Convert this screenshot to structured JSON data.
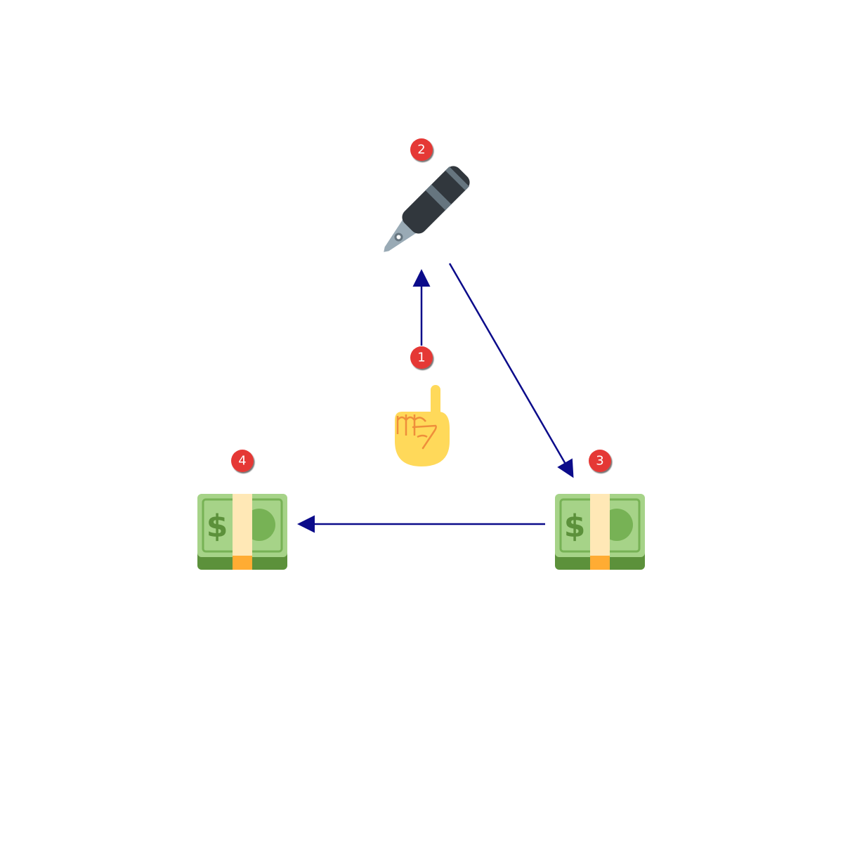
{
  "steps": [
    {
      "number": "1",
      "icon": "pointing-up-hand-icon"
    },
    {
      "number": "2",
      "icon": "fountain-pen-icon"
    },
    {
      "number": "3",
      "icon": "dollar-banknote-stack-icon"
    },
    {
      "number": "4",
      "icon": "dollar-banknote-stack-icon"
    }
  ],
  "colors": {
    "arrow": "#0b0b8a",
    "badge": "#e53935",
    "badge_text": "#ffffff",
    "hand": "#ffd95a",
    "hand_outline": "#ef8e3b",
    "pen_body": "#31373d",
    "pen_band": "#66757f",
    "pen_nib": "#99aab5",
    "bill_light": "#a6d388",
    "bill_mid": "#77b255",
    "bill_dark": "#5c913b",
    "bill_band": "#ffe8b6",
    "bill_band_edge": "#ffac33"
  }
}
